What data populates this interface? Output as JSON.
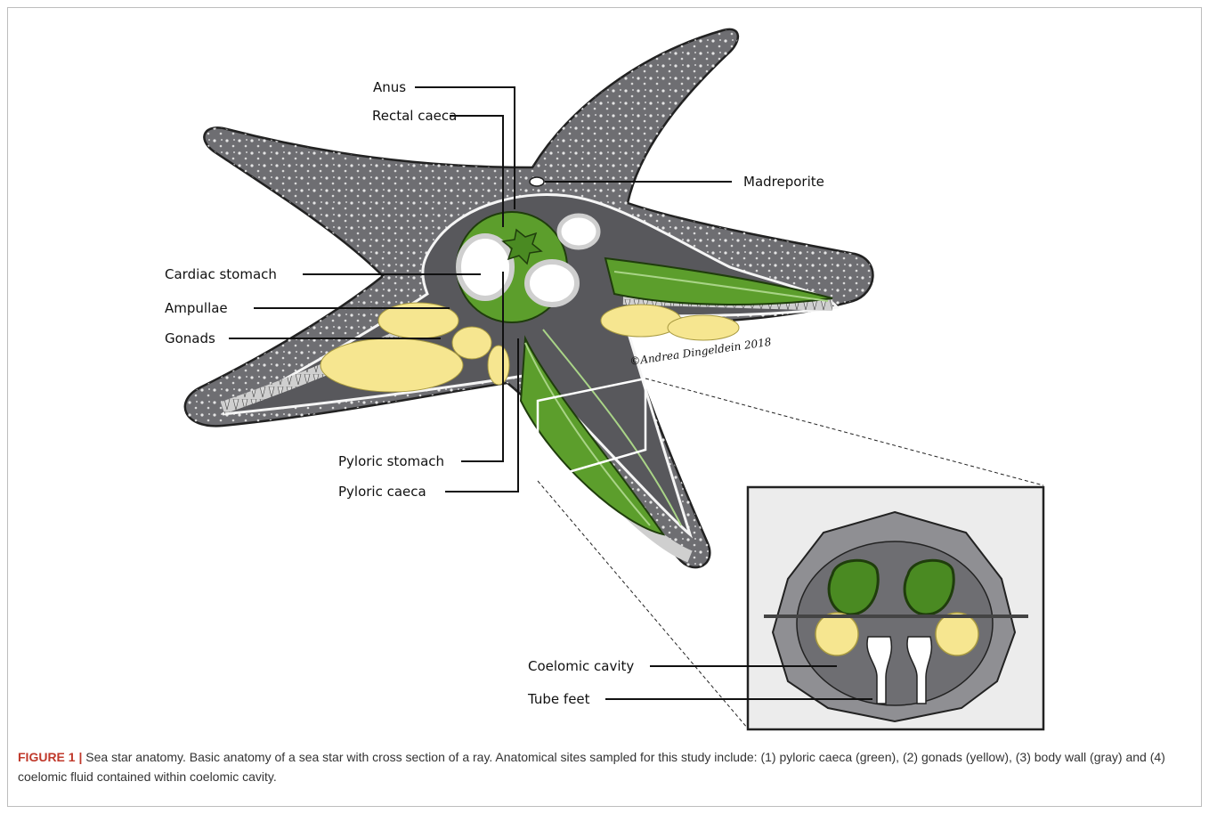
{
  "figure": {
    "labels": {
      "anus": "Anus",
      "rectal_caeca": "Rectal caeca",
      "madreporite": "Madreporite",
      "cardiac_stomach": "Cardiac stomach",
      "ampullae": "Ampullae",
      "gonads": "Gonads",
      "pyloric_stomach": "Pyloric stomach",
      "pyloric_caeca": "Pyloric caeca",
      "coelomic_cavity": "Coelomic cavity",
      "tube_feet": "Tube feet"
    },
    "signature": "©Andrea Dingeldein 2018",
    "colors": {
      "body_wall": "#6e6e72",
      "pyloric_caeca": "#5c9e2c",
      "gonads": "#f6e690",
      "ampullae": "#c8c8c8"
    }
  },
  "caption": {
    "figure_label": "FIGURE 1",
    "separator": "|",
    "text": "Sea star anatomy. Basic anatomy of a sea star with cross section of a ray. Anatomical sites sampled for this study include: (1) pyloric caeca (green), (2) gonads (yellow), (3) body wall (gray) and (4) coelomic fluid contained within coelomic cavity."
  }
}
